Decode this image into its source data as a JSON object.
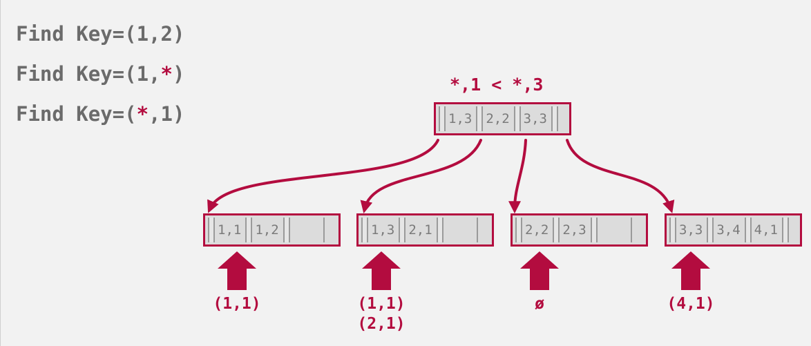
{
  "queries": [
    {
      "prefix": "Find Key=(1,",
      "wild": "",
      "suffix": "2)"
    },
    {
      "prefix": "Find Key=(1,",
      "wild": "*",
      "suffix": ")"
    },
    {
      "prefix": "Find Key=(",
      "wild": "*",
      "suffix": ",1)"
    }
  ],
  "condition": "*,1 < *,3",
  "root": {
    "keys": [
      "1,3",
      "2,2",
      "3,3"
    ]
  },
  "leaves": [
    {
      "keys": [
        "1,1",
        "1,2"
      ],
      "result": [
        "(1,1)"
      ]
    },
    {
      "keys": [
        "1,3",
        "2,1"
      ],
      "result": [
        "(1,1)",
        "(2,1)"
      ]
    },
    {
      "keys": [
        "2,2",
        "2,3"
      ],
      "result": [
        "ø"
      ]
    },
    {
      "keys": [
        "3,3",
        "3,4",
        "4,1"
      ],
      "result": [
        "(4,1)"
      ]
    }
  ],
  "colors": {
    "accent": "#b30c3f",
    "text": "#6b6b6b",
    "node_fill": "#dcdcdc"
  }
}
